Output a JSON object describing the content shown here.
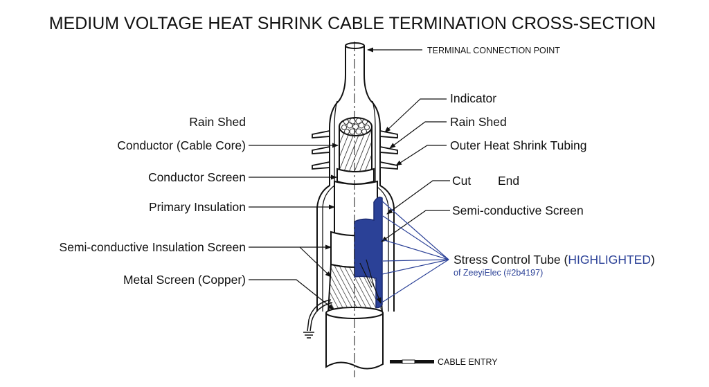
{
  "title": "MEDIUM VOLTAGE HEAT SHRINK CABLE TERMINATION CROSS-SECTION",
  "colors": {
    "highlight": "#2b4197",
    "ink": "#111111"
  },
  "labels": {
    "terminal": "TERMINAL CONNECTION POINT",
    "cable_entry": "CABLE ENTRY",
    "rain_shed_left": "Rain Shed",
    "conductor": "Conductor (Cable Core)",
    "conductor_screen": "Conductor Screen",
    "primary_insulation": "Primary Insulation",
    "semicon_insulation_screen": "Semi-conductive Insulation Screen",
    "metal_screen": "Metal Screen (Copper)",
    "indicator": "Indicator",
    "rain_shed_right": "Rain Shed",
    "outer_tubing": "Outer Heat Shrink Tubing",
    "cut_end_a": "Cut",
    "cut_end_b": "End",
    "semicon_screen": "Semi-conductive Screen",
    "stress_tube": "Stress Control Tube (",
    "stress_tube_hl": "HIGHLIGHTED",
    "stress_tube_close": ")",
    "stress_tube_sub": "of ZeeyiElec (#2b4197)"
  }
}
